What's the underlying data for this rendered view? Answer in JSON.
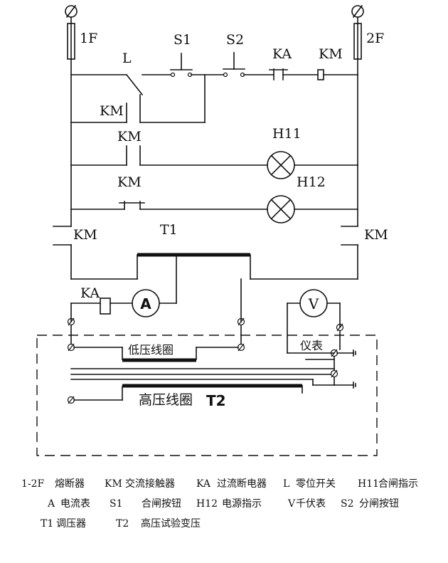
{
  "labels": {
    "f1": "1F",
    "f2": "2F",
    "l": "L",
    "s1": "S1",
    "s2": "S2",
    "ka_top": "KA",
    "km_top": "KM",
    "km_aux1": "KM",
    "km_aux2": "KM",
    "km_aux3": "KM",
    "h11": "H11",
    "h12": "H12",
    "km_left": "KM",
    "km_right": "KM",
    "t1": "T1",
    "ka_low": "KA",
    "ammeter": "A",
    "voltmeter": "V",
    "low_coil": "低压线圈",
    "instrument": "仪表",
    "high_coil": "高压线圈",
    "t2": "T2"
  },
  "legend": {
    "row1": [
      {
        "code": "1-2F",
        "desc": "熔断器"
      },
      {
        "code": "KM",
        "desc": "交流接触器"
      },
      {
        "code": "KA",
        "desc": "过流断电器"
      },
      {
        "code": "L",
        "desc": "零位开关"
      },
      {
        "code": "H11",
        "desc": "合闸指示"
      }
    ],
    "row2": [
      {
        "code": "A",
        "desc": "电流表"
      },
      {
        "code": "S1",
        "desc": "合闸按钮"
      },
      {
        "code": "H12",
        "desc": "电源指示"
      },
      {
        "code": "V",
        "desc": "千伏表"
      },
      {
        "code": "S2",
        "desc": "分闸按钮"
      }
    ],
    "row3": [
      {
        "code": "T1",
        "desc": "调压器"
      },
      {
        "code": "T2",
        "desc": "高压试验变压"
      }
    ]
  }
}
